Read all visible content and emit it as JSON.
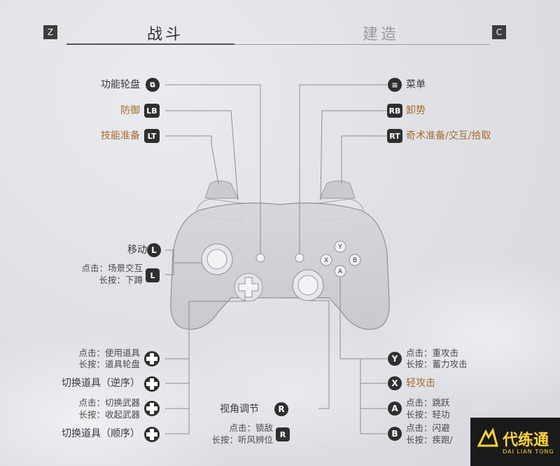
{
  "tabs": {
    "left_key": "Z",
    "right_key": "C",
    "active": "战斗",
    "inactive": "建造"
  },
  "left": {
    "wheel": "功能轮盘",
    "guard": "防御",
    "guard_key": "LB",
    "skill": "技能准备",
    "skill_key": "LT",
    "move": "移动",
    "move_key": "L",
    "ls_click": "点击：场景交互",
    "ls_hold": "长按：下蹲",
    "ls_key": "L",
    "dup_click": "点击：使用道具",
    "dup_hold": "长按：道具轮盘",
    "dleft": "切换道具（逆序）",
    "ddown_click": "点击：切换武器",
    "ddown_hold": "长按：收起武器",
    "dright": "切换道具（顺序）"
  },
  "right": {
    "menu": "菜单",
    "rb": "卸势",
    "rb_key": "RB",
    "rt": "奇术准备/交互/拾取",
    "rt_key": "RT",
    "y_key": "Y",
    "y_click": "点击：重攻击",
    "y_hold": "长按：蓄力攻击",
    "x_key": "X",
    "x_label": "轻攻击",
    "a_key": "A",
    "a_click": "点击：跳跃",
    "a_hold": "长按：轻功",
    "b_key": "B",
    "b_click": "点击：闪避",
    "b_hold": "长按：疾跑/"
  },
  "center": {
    "view": "视角调节",
    "view_key": "R",
    "rs_click": "点击：锁敌",
    "rs_hold": "长按：听风辨位",
    "rs_key": "R"
  },
  "face_buttons": {
    "y": "Y",
    "x": "X",
    "b": "B",
    "a": "A"
  },
  "watermark": {
    "name": "代练通",
    "sub": "DAI LIAN TONG"
  },
  "colors": {
    "accent": "#a96a2a",
    "badge": "#2f2f2f",
    "watermark": "#ffd43a"
  }
}
